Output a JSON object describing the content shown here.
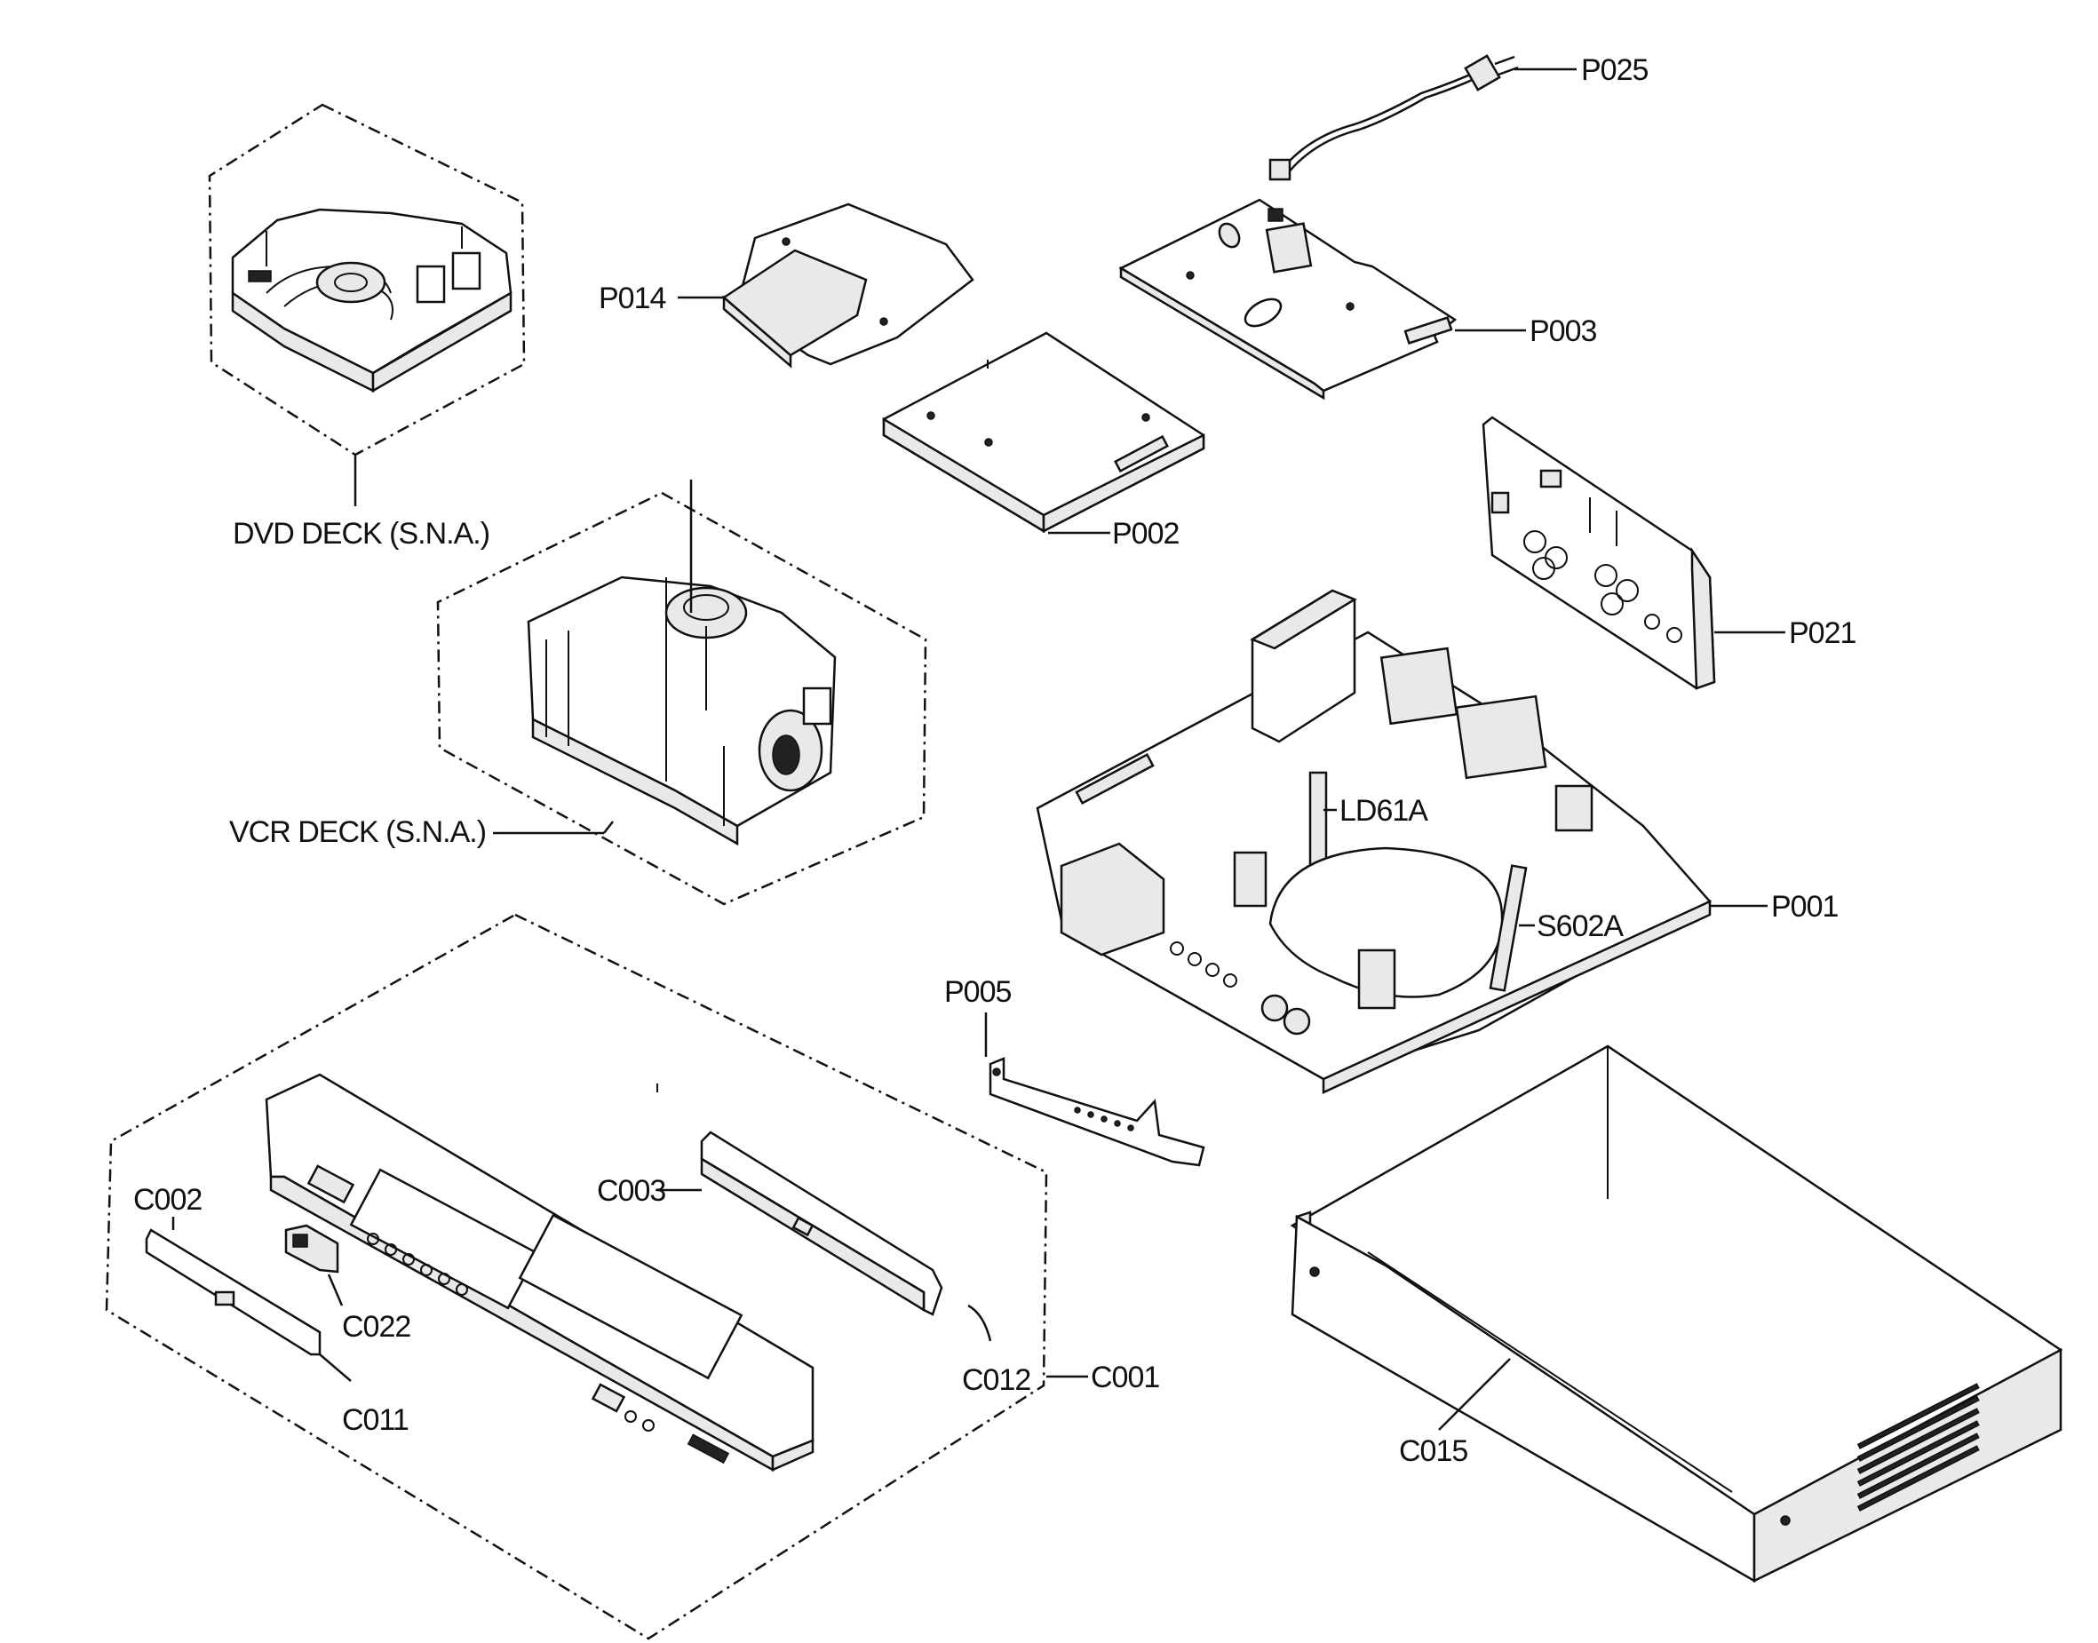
{
  "labels": {
    "p025": "P025",
    "p014": "P014",
    "p003": "P003",
    "p002": "P002",
    "p021": "P021",
    "dvd_deck": "DVD DECK (S.N.A.)",
    "vcr_deck": "VCR DECK (S.N.A.)",
    "ld61a": "LD61A",
    "s602a": "S602A",
    "p001": "P001",
    "p005": "P005",
    "c003": "C003",
    "c002": "C002",
    "c022": "C022",
    "c011": "C011",
    "c012": "C012",
    "c001": "C001",
    "c015": "C015"
  }
}
